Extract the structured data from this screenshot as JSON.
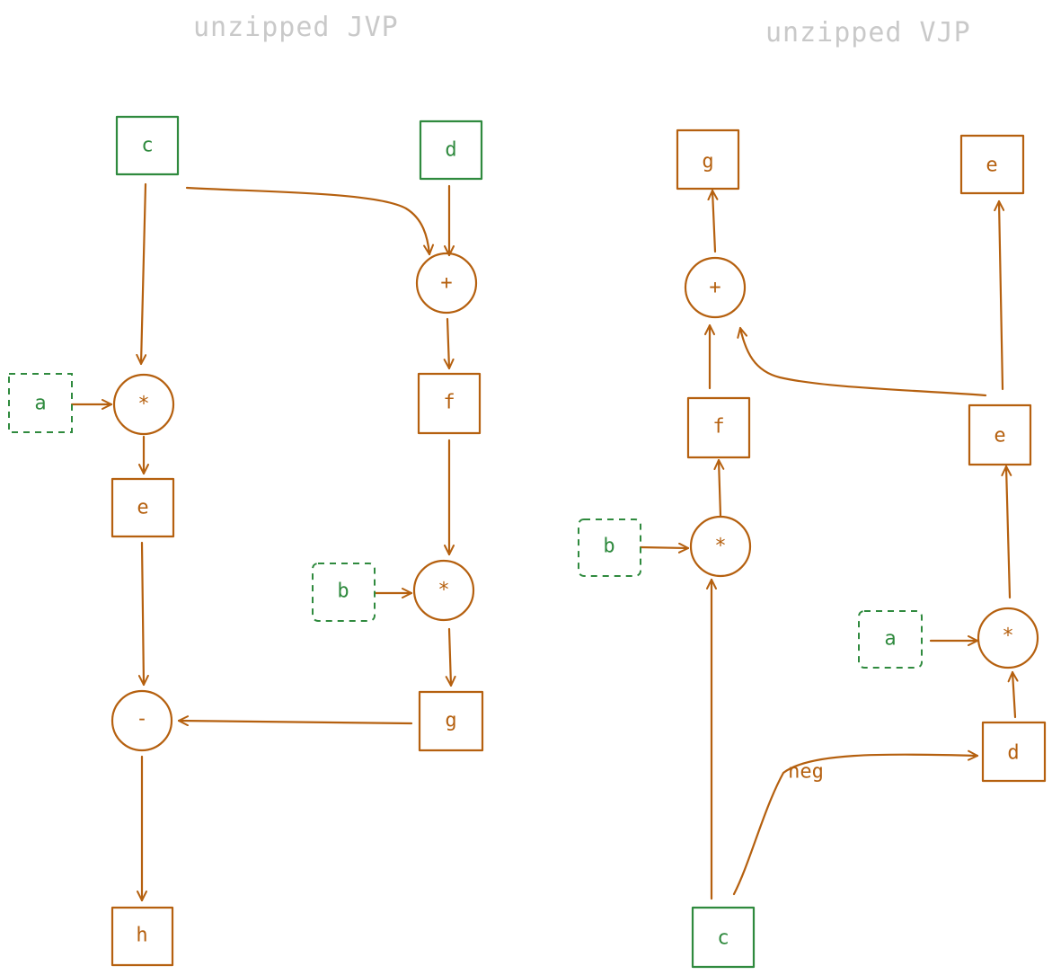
{
  "titles": {
    "jvp": "unzipped JVP",
    "vjp": "unzipped VJP"
  },
  "colors": {
    "primal_stroke": "#b5600f",
    "input_stroke": "#2f8a3e",
    "title_text": "#c9c9c9"
  },
  "jvp": {
    "nodes": {
      "c": "c",
      "d": "d",
      "a": "a",
      "mul_top": "*",
      "plus": "+",
      "e": "e",
      "f": "f",
      "b": "b",
      "mul_mid": "*",
      "minus": "-",
      "g": "g",
      "h": "h"
    }
  },
  "vjp": {
    "nodes": {
      "g": "g",
      "e_top": "e",
      "plus": "+",
      "f": "f",
      "e_mid": "e",
      "b": "b",
      "mul_left": "*",
      "a": "a",
      "mul_right": "*",
      "d": "d",
      "c": "c"
    },
    "edge_labels": {
      "neg": "neg"
    }
  }
}
